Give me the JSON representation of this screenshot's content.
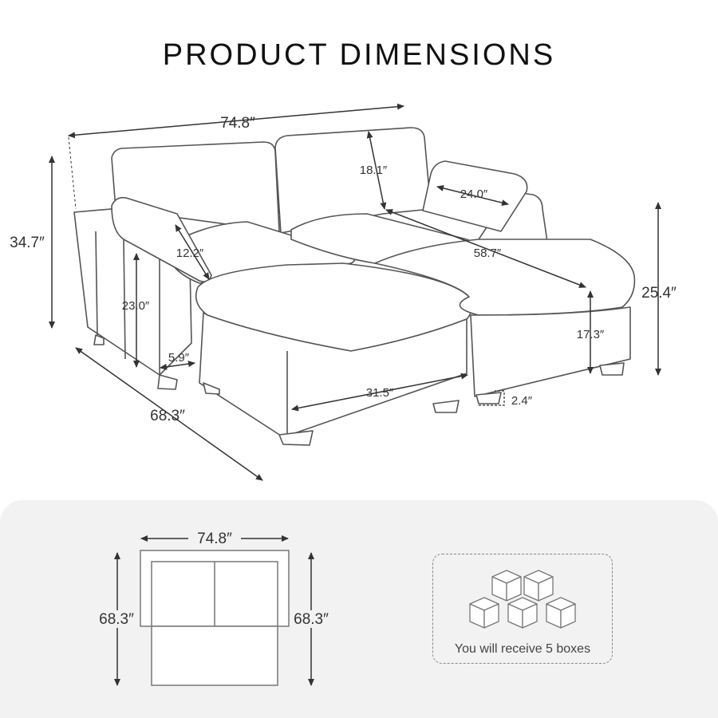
{
  "title": "PRODUCT DIMENSIONS",
  "dimensions": {
    "overall_width": "74.8″",
    "overall_height": "34.7″",
    "overall_depth": "68.3″",
    "back_cushion_height": "18.1″",
    "pillow_width": "24.0″",
    "pillow_height": "12.2″",
    "seat_depth": "58.7″",
    "arm_height": "23.0″",
    "arm_width": "5.9″",
    "ottoman_width": "31.5″",
    "seat_height": "17.3″",
    "leg_height": "2.4″",
    "ottoman_total_height": "25.4″"
  },
  "top_view": {
    "width": "74.8″",
    "depth_left": "68.3″",
    "depth_right": "68.3″"
  },
  "packaging": {
    "caption": "You will receive 5 boxes",
    "box_count": 5,
    "box_icon": "cardboard-box-icon"
  },
  "colors": {
    "line": "#444444",
    "panel_bg": "#f2f2f2"
  }
}
